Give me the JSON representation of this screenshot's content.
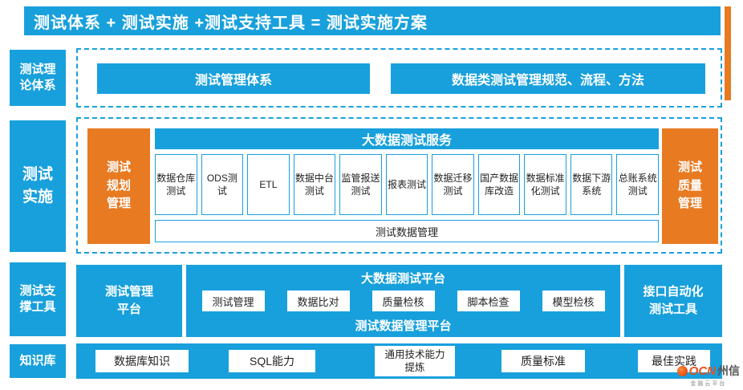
{
  "colors": {
    "blue": "#18A0DC",
    "orange": "#E87A22"
  },
  "title": "测试体系 + 测试实施 +测试支持工具 = 测试实施方案",
  "sidebar": {
    "theory": "测试理论体系",
    "implementation": "测试实施",
    "support_tools": "测试支撑工具",
    "knowledge": "知识库"
  },
  "theory_row": {
    "box1": "测试管理体系",
    "box2": "数据类测试管理规范、流程、方法"
  },
  "impl_row": {
    "left": "测试规划管理",
    "header": "大数据测试服务",
    "services": [
      "数据仓库测试",
      "ODS测试",
      "ETL",
      "数据中台测试",
      "监管报送测试",
      "报表测试",
      "数据迁移测试",
      "国产数据库改造",
      "数据标准化测试",
      "数据下游系统",
      "总账系统测试"
    ],
    "footer": "测试数据管理",
    "right": "测试质量管理"
  },
  "tools_row": {
    "left": "测试管理平台",
    "header": "大数据测试平台",
    "tools": [
      "测试管理",
      "数据比对",
      "质量检核",
      "脚本检查",
      "模型检核"
    ],
    "footer": "测试数据管理平台",
    "right": "接口自动化测试工具"
  },
  "knowledge_row": {
    "items": [
      "数据库知识",
      "SQL能力",
      "通用技术能力提炼",
      "质量标准",
      "最佳实践"
    ]
  },
  "logo": {
    "brand": "OCN",
    "brand_suffix": "州信",
    "tagline": "金融云平台"
  }
}
